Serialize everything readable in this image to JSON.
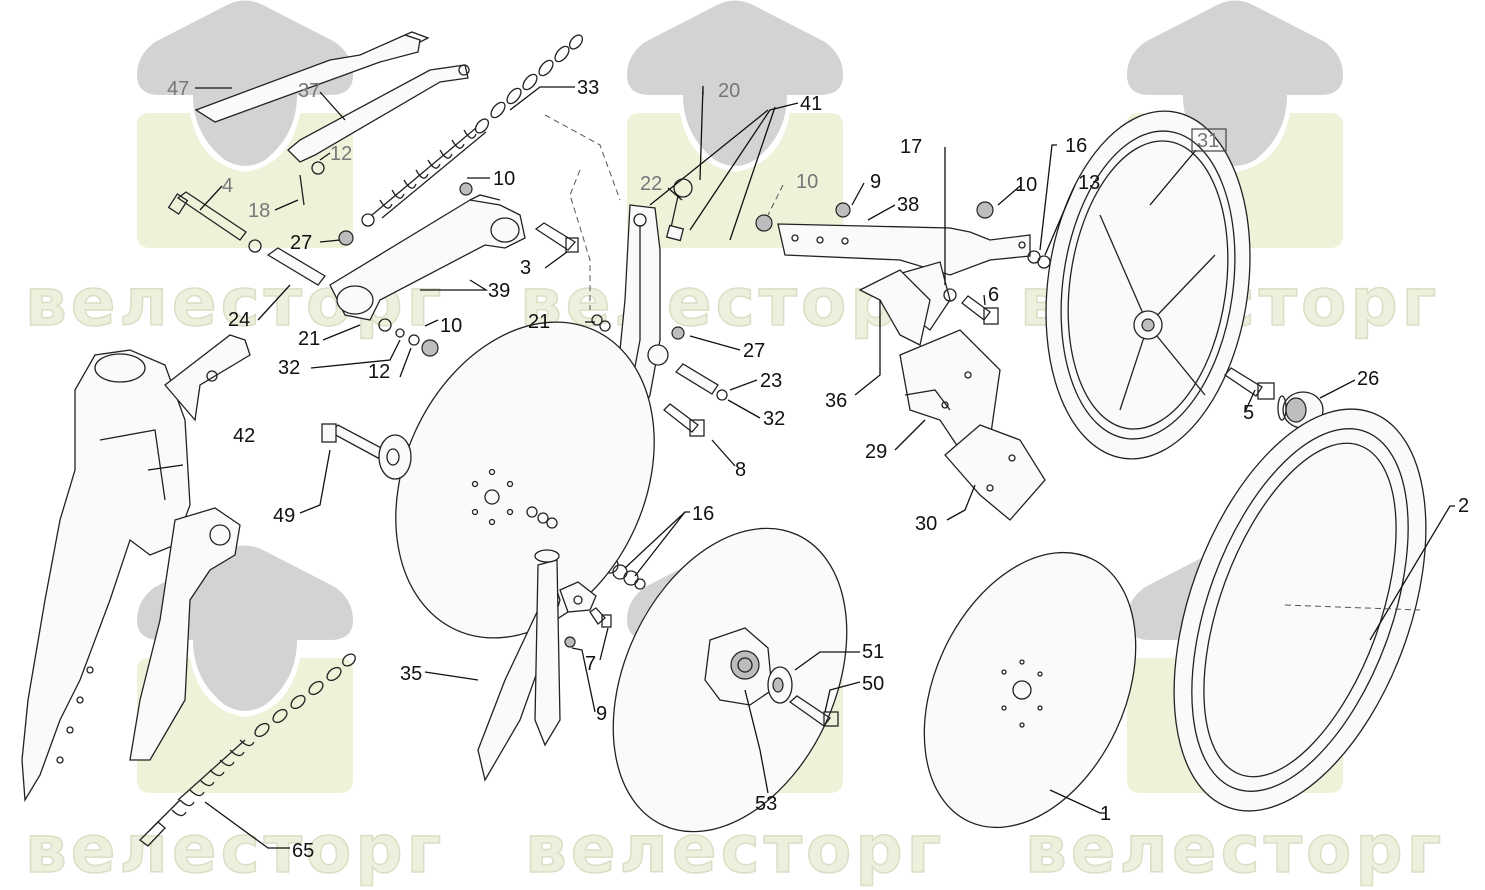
{
  "watermark": {
    "text": "велесторг",
    "text_color": "#ecf0dd",
    "shape_gray": "#d3d3d3",
    "shape_yellow": "#eef2d9"
  },
  "labels": [
    {
      "id": "47",
      "text": "47",
      "grey": true
    },
    {
      "id": "37",
      "text": "37",
      "grey": true
    },
    {
      "id": "33",
      "text": "33",
      "grey": false
    },
    {
      "id": "12a",
      "text": "12",
      "grey": true
    },
    {
      "id": "4",
      "text": "4",
      "grey": true
    },
    {
      "id": "18",
      "text": "18",
      "grey": true
    },
    {
      "id": "10a",
      "text": "10",
      "grey": false
    },
    {
      "id": "27a",
      "text": "27",
      "grey": false
    },
    {
      "id": "3",
      "text": "3",
      "grey": false
    },
    {
      "id": "24",
      "text": "24",
      "grey": false
    },
    {
      "id": "39",
      "text": "39",
      "grey": false
    },
    {
      "id": "21a",
      "text": "21",
      "grey": false
    },
    {
      "id": "10b",
      "text": "10",
      "grey": false
    },
    {
      "id": "32a",
      "text": "32",
      "grey": false
    },
    {
      "id": "12b",
      "text": "12",
      "grey": false
    },
    {
      "id": "20",
      "text": "20",
      "grey": true
    },
    {
      "id": "41",
      "text": "41",
      "grey": false
    },
    {
      "id": "22",
      "text": "22",
      "grey": true
    },
    {
      "id": "21b",
      "text": "21",
      "grey": false
    },
    {
      "id": "27b",
      "text": "27",
      "grey": false
    },
    {
      "id": "23",
      "text": "23",
      "grey": false
    },
    {
      "id": "32b",
      "text": "32",
      "grey": false
    },
    {
      "id": "8",
      "text": "8",
      "grey": false
    },
    {
      "id": "10c",
      "text": "10",
      "grey": true
    },
    {
      "id": "9a",
      "text": "9",
      "grey": false
    },
    {
      "id": "38",
      "text": "38",
      "grey": false
    },
    {
      "id": "17",
      "text": "17",
      "grey": false
    },
    {
      "id": "10d",
      "text": "10",
      "grey": false
    },
    {
      "id": "16a",
      "text": "16",
      "grey": false
    },
    {
      "id": "13",
      "text": "13",
      "grey": false
    },
    {
      "id": "31",
      "text": "31",
      "grey": true
    },
    {
      "id": "6",
      "text": "6",
      "grey": false
    },
    {
      "id": "36",
      "text": "36",
      "grey": false
    },
    {
      "id": "29",
      "text": "29",
      "grey": false
    },
    {
      "id": "30",
      "text": "30",
      "grey": false
    },
    {
      "id": "26",
      "text": "26",
      "grey": false
    },
    {
      "id": "5",
      "text": "5",
      "grey": false
    },
    {
      "id": "42",
      "text": "42",
      "grey": false
    },
    {
      "id": "49",
      "text": "49",
      "grey": false
    },
    {
      "id": "16b",
      "text": "16",
      "grey": false
    },
    {
      "id": "7",
      "text": "7",
      "grey": false
    },
    {
      "id": "9b",
      "text": "9",
      "grey": false
    },
    {
      "id": "35",
      "text": "35",
      "grey": false
    },
    {
      "id": "51",
      "text": "51",
      "grey": false
    },
    {
      "id": "50",
      "text": "50",
      "grey": false
    },
    {
      "id": "53",
      "text": "53",
      "grey": false
    },
    {
      "id": "2",
      "text": "2",
      "grey": false
    },
    {
      "id": "1",
      "text": "1",
      "grey": false
    },
    {
      "id": "65",
      "text": "65",
      "grey": false
    }
  ]
}
